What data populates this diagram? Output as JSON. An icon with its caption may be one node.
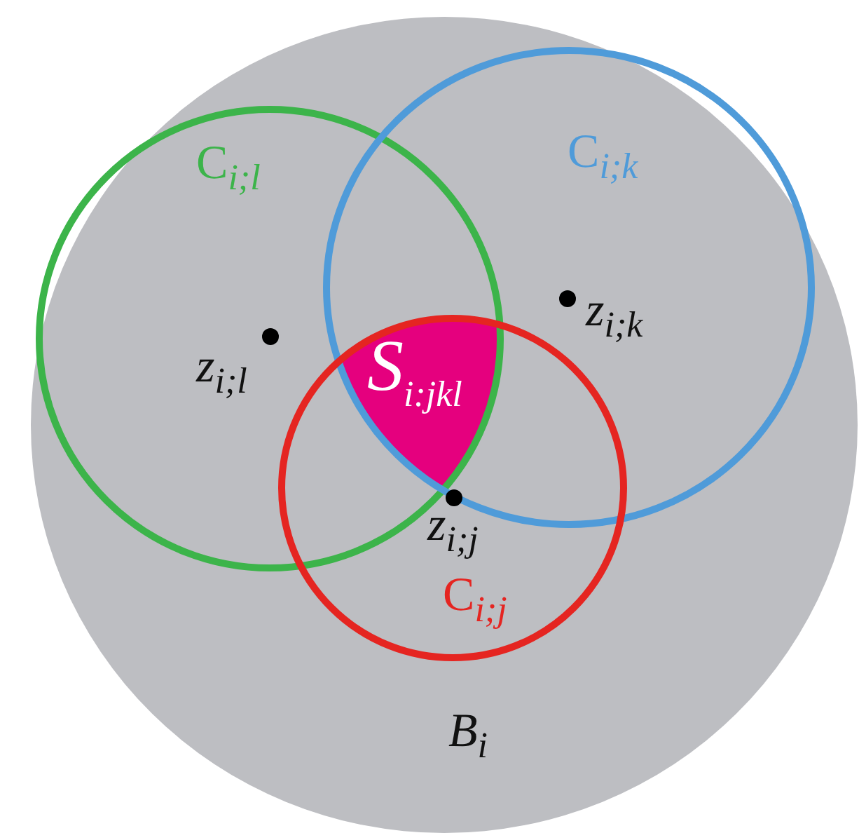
{
  "diagram": {
    "nodes": [
      {
        "text": [
          "B$_{i}$"
        ]
      },
      {
        "text": [
          "C$_{i;l}$"
        ],
        "in": 0
      },
      {
        "text": [
          "C$_{i;k}$"
        ],
        "in": 0
      },
      {
        "text": [
          "C$_{i;j}$"
        ],
        "in": 0
      },
      {
        "text": [
          "S$_{i:jkl}$"
        ],
        "in": 0
      }
    ],
    "edges": [],
    "labels": [
      "z$_{i;l}$",
      "z$_{i;k}$",
      "z$_{i;j}$"
    ]
  }
}
